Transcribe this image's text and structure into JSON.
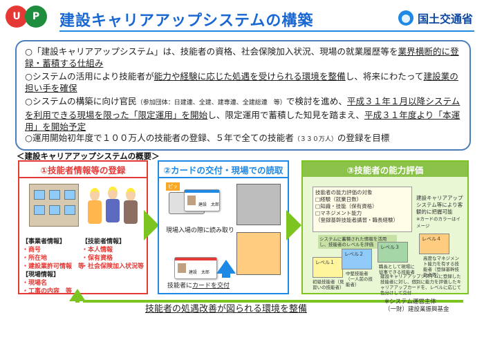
{
  "header": {
    "logo_letters": [
      "U",
      "P"
    ],
    "title": "建設キャリアアップシステムの構築",
    "ministry": "国土交通省"
  },
  "summary": {
    "bullets": [
      {
        "pre": "○「建設キャリアアップシステム」は、技能者の資格、社会保険加入状況、現場の就業履歴等を",
        "u": "業界横断的に登録・蓄積する仕組み",
        "post": ""
      },
      {
        "pre": "○システムの活用により技能者が",
        "u": "能力や経験に応じた処遇を受けられる環境を整備",
        "mid": "し、将来にわたって",
        "u2": "建設業の担い手を確保",
        "post": ""
      },
      {
        "pre": "○システムの構築に向け官民",
        "small": "（参加団体：日建連、全建、建専連、全建総連　等）",
        "mid": "で検討を進め、",
        "u": "平成３１年１月以降システムを利用できる現場を限った「限定運用」を開始",
        "mid2": "し、限定運用で蓄積した知見を踏まえ、",
        "u2": "平成３１年度より「本運用」を開始予定",
        "post": ""
      },
      {
        "pre": "○運用開始初年度で１００万人の技能者の登録、５年で全ての技能者",
        "small": "（３３０万人）",
        "post": "の登録を目標"
      }
    ]
  },
  "overview_label": "＜建設キャリアアップシステムの概要＞",
  "panel1": {
    "title": "①技能者情報等の登録",
    "business_head": "【事業者情報】",
    "business_items": [
      "・商号",
      "・所在地",
      "・建設業許可情報　等"
    ],
    "worker_head": "【技能者情報】",
    "worker_items": [
      "・本人情報",
      "・保有資格",
      "・社会保険加入状況等"
    ],
    "site_head": "【現場情報】",
    "site_items": [
      "・現場名",
      "・工事の内容　等"
    ]
  },
  "panel2": {
    "title": "②カードの交付・現場での読取",
    "touch_tag": "ピッ",
    "read_caption": "現場入場の際に読み取り",
    "issue_caption_pre": "技能者に",
    "issue_caption_u": "カードを交付",
    "card_name_1": "建設　太郎",
    "card_name_2": "建設　太郎"
  },
  "panel3": {
    "title": "③技能者の能力評価",
    "eval_head": "技能者の能力評価の対象",
    "eval_items": [
      "□経験（就業日数）",
      "□知識・技能（保有資格）",
      "□マネジメント能力",
      "（登録基幹技能者講習・職長経験）"
    ],
    "side_note": "建設キャリアアップシステム等により客観的に把握可能",
    "card_note": "※カードのカラーはイメージ",
    "link_note": "システムに蓄積された情報を活用し、技能者のレベルを評価",
    "levels": [
      "レベル１",
      "レベル２",
      "レベル３",
      "レベル４"
    ],
    "level1_desc": "初級技能者（見習いの技能者）",
    "level2_desc": "中堅技能者（一人前の技能者）",
    "level3_desc": "職長として現場に従事できる技能者",
    "level4_desc": "高度なマネジメント能力を有する技能者（登録基幹技能者等）",
    "bottom_note": "建設キャリアアップシステムに登録した技能者に対し、個別に能力を評価したキャリアアップカードを、レベルに応じて色分けして交付"
  },
  "footer": {
    "return_text": "技能者の処遇改善が図られる環境を整備",
    "footnote_1": "※システム運営主体",
    "footnote_2": "（一財）建設業振興基金"
  },
  "colors": {
    "title_blue": "#1967d2",
    "panel1": "#e53935",
    "panel2": "#1e88e5",
    "panel3": "#7cc41f",
    "level_1": "#fff59d",
    "level_2": "#90caf9",
    "level_3": "#a5d6a7",
    "level_4": "#ffcc80"
  },
  "icons": [
    "logo-u-icon",
    "logo-p-icon",
    "ministry-logo-icon",
    "arrow-right-icon",
    "arrow-up-icon",
    "return-arrow-icon"
  ]
}
